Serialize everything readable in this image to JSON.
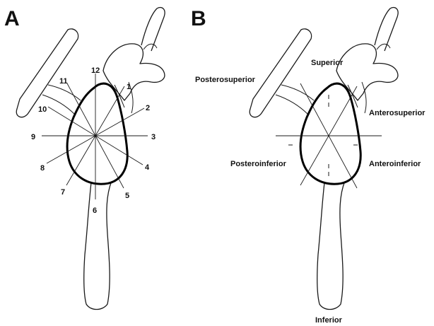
{
  "panels": [
    {
      "letter": "A",
      "clock_numbers": [
        "1",
        "2",
        "3",
        "4",
        "5",
        "6",
        "7",
        "8",
        "9",
        "10",
        "11",
        "12"
      ]
    },
    {
      "letter": "B",
      "regions": {
        "superior": "Superior",
        "posterosuperior": "Posterosuperior",
        "anterosuperior": "Anterosuperior",
        "posteroinferior": "Posteroinferior",
        "anteroinferior": "Anteroinferior",
        "inferior": "Inferior"
      }
    }
  ]
}
